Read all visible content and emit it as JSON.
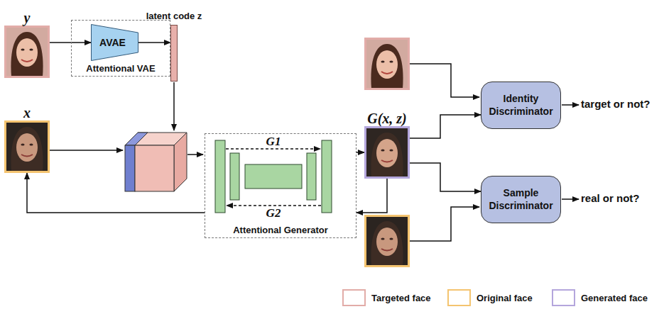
{
  "diagram": {
    "nodes": [
      {
        "text": [
          "y"
        ]
      },
      {
        "text": [
          "Attentional VAE"
        ]
      },
      {
        "text": [
          "AVAE"
        ],
        "in": 1
      },
      {
        "text": [
          "latent code z"
        ]
      },
      {
        "text": [
          "x"
        ]
      },
      {
        "text": [
          "Attentional Generator"
        ]
      },
      {
        "text": [
          "G(x, z)"
        ]
      },
      {
        "text": [
          "Identity Discriminator"
        ]
      },
      {
        "text": [
          "Sample Discriminator"
        ]
      }
    ],
    "edges": [
      {
        "from": 0,
        "to": 2,
        "arrow": "to"
      },
      {
        "from": 2,
        "to": 3,
        "arrow": "to"
      },
      {
        "from": 5,
        "to": 6,
        "arrow": "to"
      },
      {
        "from": 6,
        "to": 5,
        "arrow": "to"
      },
      {
        "from": 5,
        "to": 4,
        "arrow": "to"
      },
      {
        "from": 6,
        "to": 7,
        "arrow": "to"
      },
      {
        "from": 6,
        "to": 8,
        "arrow": "to"
      }
    ],
    "labels": [
      "G1",
      "G2",
      "target or not?",
      "real or not?"
    ],
    "legend": [
      {
        "text": "Targeted face",
        "color": "#e2aca8"
      },
      {
        "text": "Original face",
        "color": "#f4c470"
      },
      {
        "text": "Generated face",
        "color": "#b4a6dc"
      }
    ]
  }
}
